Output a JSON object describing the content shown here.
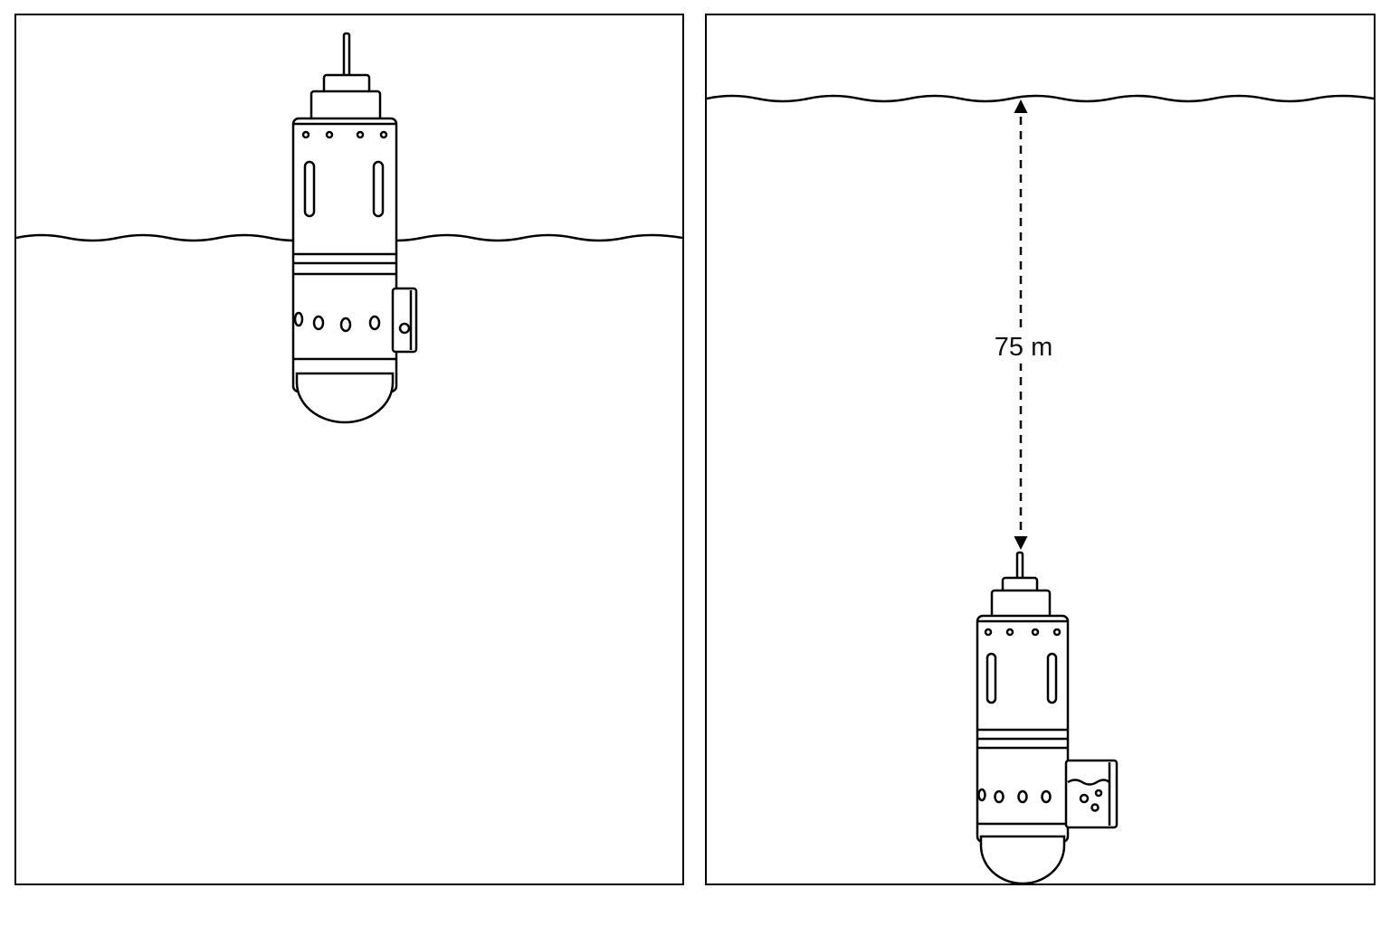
{
  "panels": [
    {
      "id": "surface",
      "float_state": "at-surface"
    },
    {
      "id": "submerged",
      "float_state": "submerged",
      "depth_label": "75 m"
    }
  ],
  "colors": {
    "line": "#000000",
    "background": "#ffffff"
  }
}
